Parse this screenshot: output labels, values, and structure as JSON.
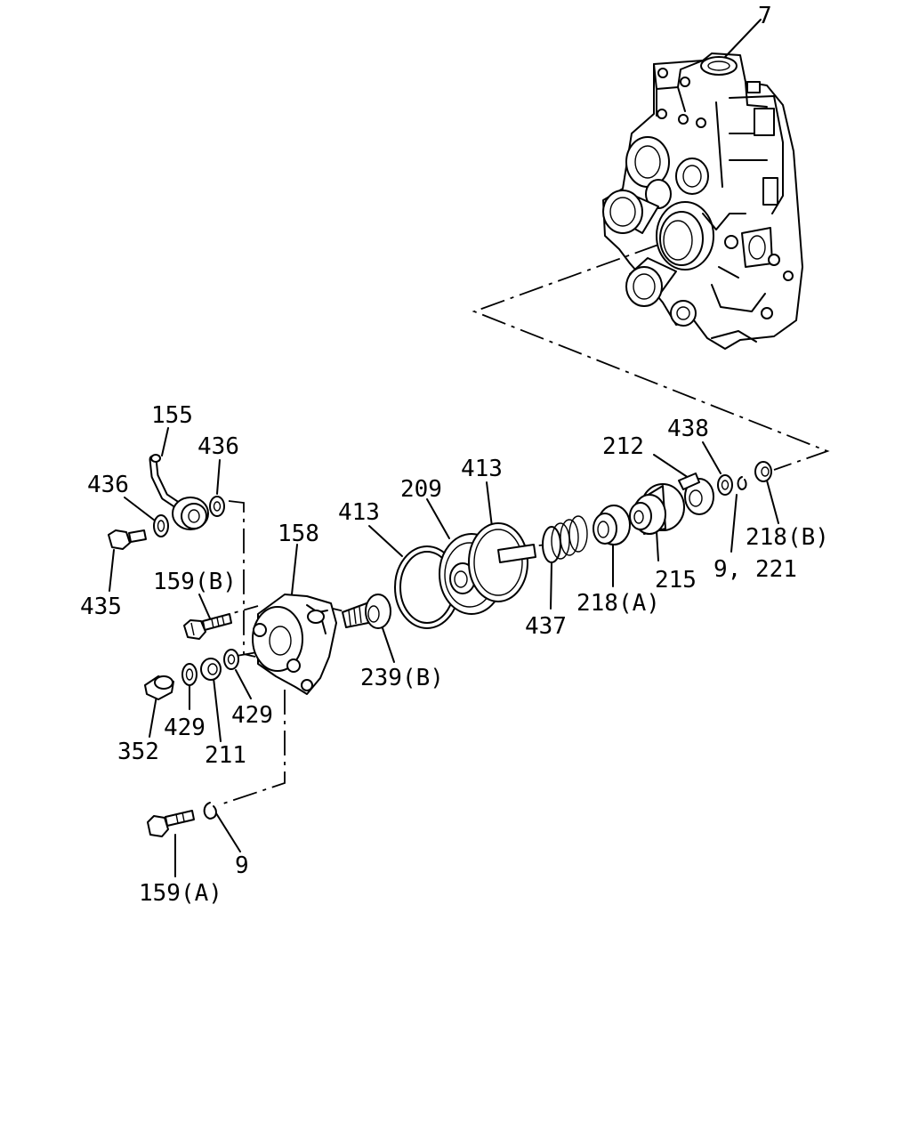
{
  "labels": {
    "p7": "7",
    "p155": "155",
    "p436a": "436",
    "p436b": "436",
    "p435": "435",
    "p158": "158",
    "p159b": "159(B)",
    "p352": "352",
    "p429a": "429",
    "p429b": "429",
    "p211": "211",
    "p9": "9",
    "p159a": "159(A)",
    "p239b": "239(B)",
    "p413a": "413",
    "p209": "209",
    "p413b": "413",
    "p437": "437",
    "p218a": "218(A)",
    "p215": "215",
    "p212": "212",
    "p438": "438",
    "p9_221": "9, 221",
    "p218b": "218(B)"
  }
}
